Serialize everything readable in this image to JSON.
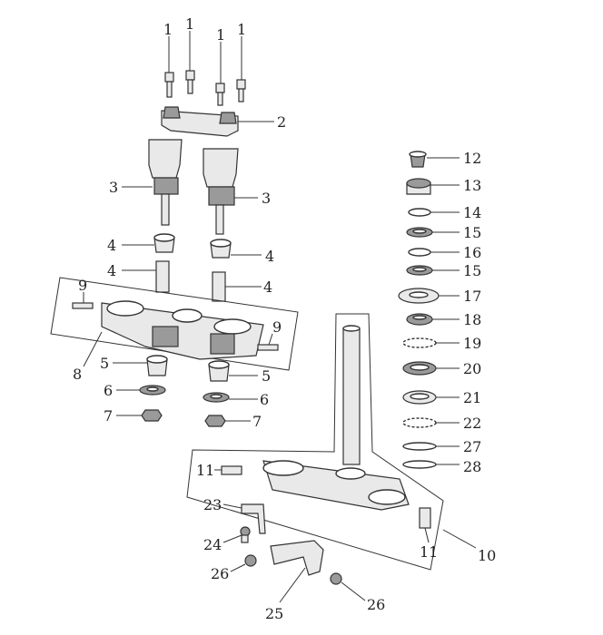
{
  "callouts": [
    {
      "id": "c1a",
      "text": "1"
    },
    {
      "id": "c1b",
      "text": "1"
    },
    {
      "id": "c1c",
      "text": "1"
    },
    {
      "id": "c1d",
      "text": "1"
    },
    {
      "id": "c2",
      "text": "2"
    },
    {
      "id": "c3a",
      "text": "3"
    },
    {
      "id": "c3b",
      "text": "3"
    },
    {
      "id": "c4a",
      "text": "4"
    },
    {
      "id": "c4b",
      "text": "4"
    },
    {
      "id": "c4c",
      "text": "4"
    },
    {
      "id": "c4d",
      "text": "4"
    },
    {
      "id": "c5a",
      "text": "5"
    },
    {
      "id": "c5b",
      "text": "5"
    },
    {
      "id": "c6a",
      "text": "6"
    },
    {
      "id": "c6b",
      "text": "6"
    },
    {
      "id": "c7a",
      "text": "7"
    },
    {
      "id": "c7b",
      "text": "7"
    },
    {
      "id": "c8",
      "text": "8"
    },
    {
      "id": "c9a",
      "text": "9"
    },
    {
      "id": "c9b",
      "text": "9"
    },
    {
      "id": "c10",
      "text": "10"
    },
    {
      "id": "c11a",
      "text": "11"
    },
    {
      "id": "c11b",
      "text": "11"
    },
    {
      "id": "c12",
      "text": "12"
    },
    {
      "id": "c13",
      "text": "13"
    },
    {
      "id": "c14",
      "text": "14"
    },
    {
      "id": "c15a",
      "text": "15"
    },
    {
      "id": "c16",
      "text": "16"
    },
    {
      "id": "c15b",
      "text": "15"
    },
    {
      "id": "c17",
      "text": "17"
    },
    {
      "id": "c18",
      "text": "18"
    },
    {
      "id": "c19",
      "text": "19"
    },
    {
      "id": "c20",
      "text": "20"
    },
    {
      "id": "c21",
      "text": "21"
    },
    {
      "id": "c22",
      "text": "22"
    },
    {
      "id": "c27",
      "text": "27"
    },
    {
      "id": "c28",
      "text": "28"
    },
    {
      "id": "c23",
      "text": "23"
    },
    {
      "id": "c24",
      "text": "24"
    },
    {
      "id": "c26a",
      "text": "26"
    },
    {
      "id": "c26b",
      "text": "26"
    },
    {
      "id": "c25",
      "text": "25"
    }
  ]
}
